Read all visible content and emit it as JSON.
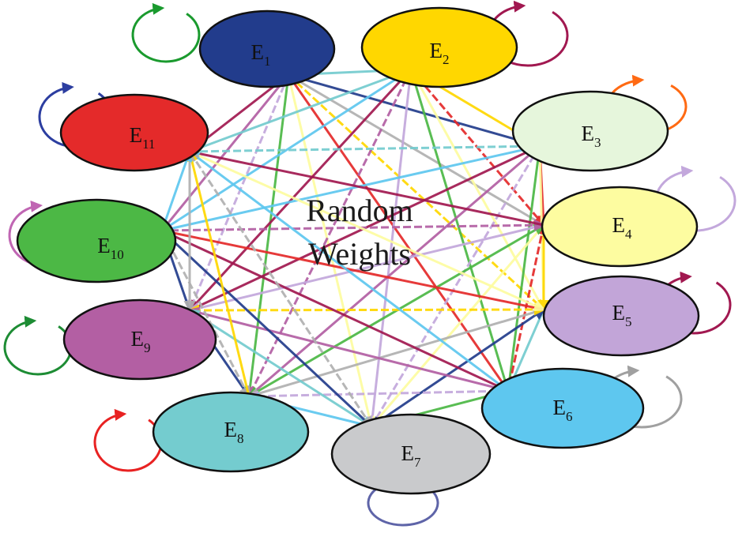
{
  "center_label": {
    "line1": "Random",
    "line2": "Weights"
  },
  "nodes": [
    {
      "id": "E1",
      "main": "E",
      "sub": "1",
      "color": "#223c8c",
      "loop_color": "#1a9a2e"
    },
    {
      "id": "E2",
      "main": "E",
      "sub": "2",
      "color": "#ffd700",
      "loop_color": "#a11850"
    },
    {
      "id": "E3",
      "main": "E",
      "sub": "3",
      "color": "#e6f6dc",
      "loop_color": "#ff6a13"
    },
    {
      "id": "E4",
      "main": "E",
      "sub": "4",
      "color": "#fdfca0",
      "loop_color": "#c3a8dc"
    },
    {
      "id": "E5",
      "main": "E",
      "sub": "5",
      "color": "#c2a5d8",
      "loop_color": "#a11850"
    },
    {
      "id": "E6",
      "main": "E",
      "sub": "6",
      "color": "#5ec7ef",
      "loop_color": "#a0a0a0"
    },
    {
      "id": "E7",
      "main": "E",
      "sub": "7",
      "color": "#c9cacc",
      "loop_color": "#5e64a8"
    },
    {
      "id": "E8",
      "main": "E",
      "sub": "8",
      "color": "#74cccf",
      "loop_color": "#e82222"
    },
    {
      "id": "E9",
      "main": "E",
      "sub": "9",
      "color": "#b35fa3",
      "loop_color": "#1d8c34"
    },
    {
      "id": "E10",
      "main": "E",
      "sub": "10",
      "color": "#4cb845",
      "loop_color": "#c066b3"
    },
    {
      "id": "E11",
      "main": "E",
      "sub": "11",
      "color": "#e42a2a",
      "loop_color": "#2c3ea0"
    }
  ],
  "edge_colors": [
    "#223c8c",
    "#ffd700",
    "#fdfca0",
    "#c3a8dc",
    "#a11850",
    "#74cccf",
    "#b0b0b0",
    "#e42a2a",
    "#4cb845",
    "#b35fa3",
    "#5ec7ef"
  ]
}
